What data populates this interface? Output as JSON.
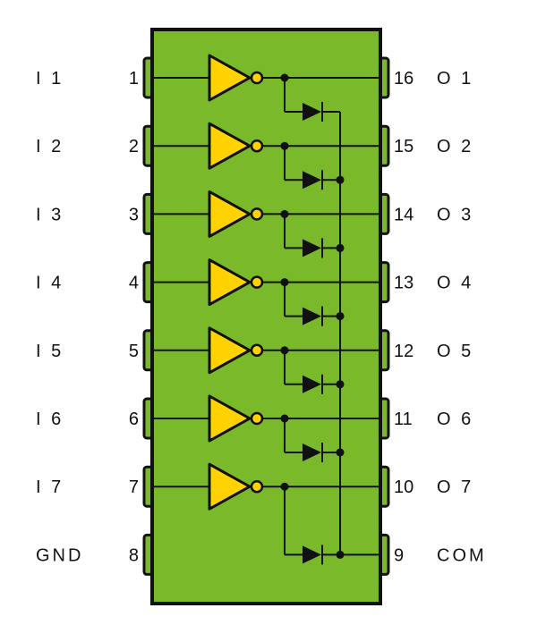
{
  "colors": {
    "body": "#7ab92a",
    "gate": "#ffd200",
    "ink": "#111111",
    "background": "#ffffff"
  },
  "left_pins": [
    {
      "number": "1",
      "label": "I 1"
    },
    {
      "number": "2",
      "label": "I 2"
    },
    {
      "number": "3",
      "label": "I 3"
    },
    {
      "number": "4",
      "label": "I 4"
    },
    {
      "number": "5",
      "label": "I 5"
    },
    {
      "number": "6",
      "label": "I 6"
    },
    {
      "number": "7",
      "label": "I 7"
    },
    {
      "number": "8",
      "label": "GND"
    }
  ],
  "right_pins": [
    {
      "number": "16",
      "label": "O 1"
    },
    {
      "number": "15",
      "label": "O 2"
    },
    {
      "number": "14",
      "label": "O 3"
    },
    {
      "number": "13",
      "label": "O 4"
    },
    {
      "number": "12",
      "label": "O 5"
    },
    {
      "number": "11",
      "label": "O 6"
    },
    {
      "number": "10",
      "label": "O 7"
    },
    {
      "number": "9",
      "label": "COM"
    }
  ],
  "channels": 7
}
